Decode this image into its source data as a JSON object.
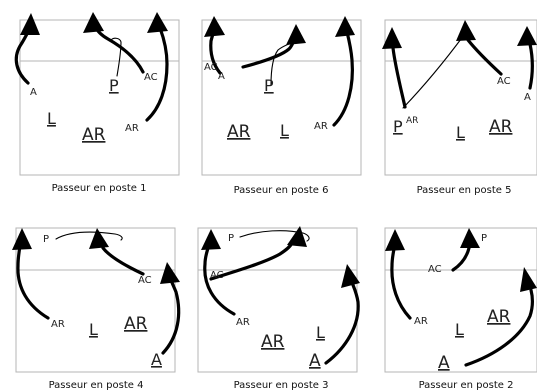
{
  "panels": [
    {
      "caption": "Passeur en poste 1",
      "labels": {
        "a": "A",
        "p": "P",
        "ac": "AC",
        "l": "L",
        "ar1": "AR",
        "ar2": "AR"
      }
    },
    {
      "caption": "Passeur en poste 6",
      "labels": {
        "ac": "AC",
        "a": "A",
        "p": "P",
        "ar1": "AR",
        "l": "L",
        "ar2": "AR"
      }
    },
    {
      "caption": "Passeur en poste 5",
      "labels": {
        "ac": "AC",
        "a": "A",
        "p": "P",
        "sup": "AR",
        "l": "L",
        "ar": "AR"
      }
    },
    {
      "caption": "Passeur en poste 4",
      "labels": {
        "p": "P",
        "ac": "AC",
        "ar1": "AR",
        "l": "L",
        "ar2": "AR",
        "a": "A"
      }
    },
    {
      "caption": "Passeur en poste 3",
      "labels": {
        "p": "P",
        "ac": "AC",
        "ar1": "AR",
        "l": "L",
        "ar2": "AR",
        "a": "A"
      }
    },
    {
      "caption": "Passeur en poste 2",
      "labels": {
        "p": "P",
        "ac": "AC",
        "ar1": "AR",
        "l": "L",
        "ar2": "AR",
        "a": "A"
      }
    }
  ]
}
